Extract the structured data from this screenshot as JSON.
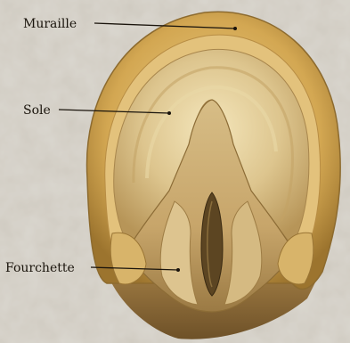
{
  "labels": {
    "wall": "Muraille",
    "sole": "Sole",
    "frog": "Fourchette"
  },
  "colors": {
    "background": "#cfcac0",
    "hoof_wall": "#c79a44",
    "hoof_wall_light": "#e6c47a",
    "sole": "#dcc791",
    "frog": "#b89a67",
    "frog_dark": "#4a3a1f",
    "label": "#1a140c"
  }
}
